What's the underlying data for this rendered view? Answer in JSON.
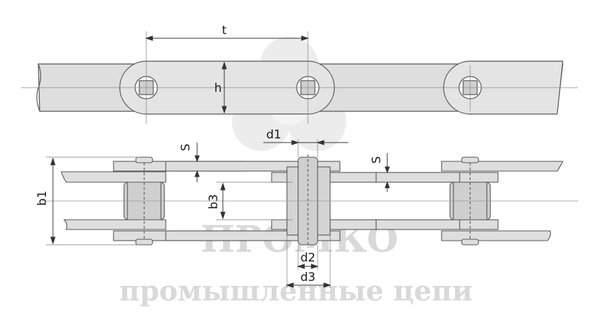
{
  "watermark": {
    "brand": "ПРОМКО",
    "tagline": "промышленные цепи"
  },
  "dimensions": {
    "pitch": "t",
    "height": "h",
    "thickness_left": "S",
    "thickness_right": "S",
    "d1": "d1",
    "b1": "b1",
    "b3": "b3",
    "d2": "d2",
    "d3": "d3"
  },
  "colors": {
    "plate_fill": "#dedede",
    "plate_stroke": "#555555",
    "line": "#444444",
    "watermark": "#d9d9d9"
  }
}
